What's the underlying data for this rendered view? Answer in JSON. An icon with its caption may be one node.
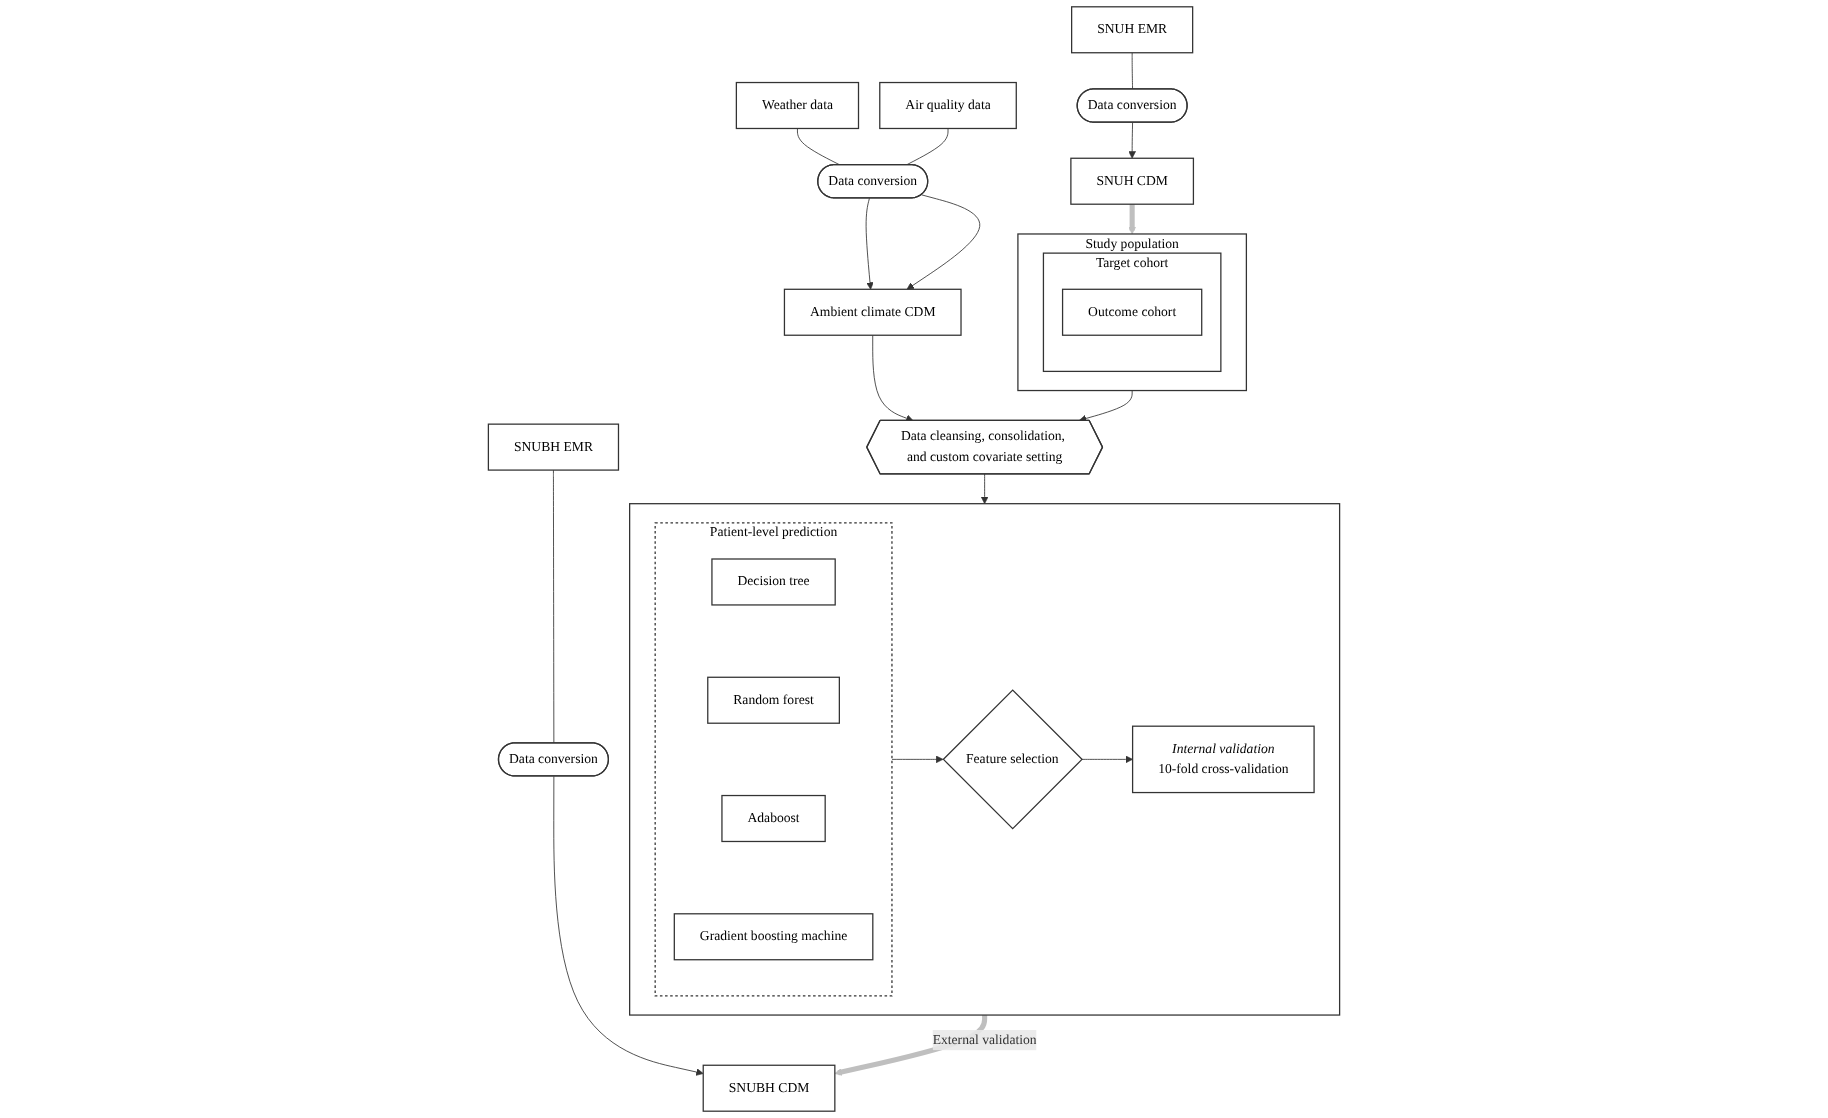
{
  "diagram": {
    "nodes": [
      {
        "text": [
          "SNUH EMR"
        ]
      },
      {
        "text": [
          "Weather data"
        ]
      },
      {
        "text": [
          "Air quality data"
        ]
      },
      {
        "text": [
          "Data conversion"
        ]
      },
      {
        "text": [
          "Data conversion"
        ]
      },
      {
        "text": [
          "SNUH CDM"
        ]
      },
      {
        "text": [
          "Ambient climate CDM"
        ]
      },
      {
        "text": [
          "Study population"
        ]
      },
      {
        "text": [
          "Target cohort"
        ],
        "in": 7
      },
      {
        "text": [
          "Outcome cohort"
        ],
        "in": 8
      },
      {
        "text": [
          "Data cleansing, consolidation, and custom covariate setting"
        ]
      },
      {
        "text": [],
        "shape": "box"
      },
      {
        "text": [
          "Patient-level prediction"
        ],
        "in": 11
      },
      {
        "text": [
          "Decision tree"
        ],
        "in": 12
      },
      {
        "text": [
          "Random forest"
        ],
        "in": 12
      },
      {
        "text": [
          "Adaboost"
        ],
        "in": 12
      },
      {
        "text": [
          "Gradient boosting machine"
        ],
        "in": 12
      },
      {
        "text": [
          "Feature selection"
        ],
        "in": 11
      },
      {
        "text": [
          "Internal validation",
          "10-fold cross-validation"
        ],
        "in": 11
      },
      {
        "text": [
          "SNUBH EMR"
        ]
      },
      {
        "text": [
          "Data conversion"
        ]
      },
      {
        "text": [
          "SNUBH CDM"
        ]
      }
    ],
    "edges": [
      {
        "from": 0,
        "to": 3,
        "arrow": "none"
      },
      {
        "from": 3,
        "to": 5,
        "arrow": "to"
      },
      {
        "from": 1,
        "to": 4,
        "arrow": "none"
      },
      {
        "from": 2,
        "to": 4,
        "arrow": "none"
      },
      {
        "from": 4,
        "to": 6,
        "arrow": "to"
      },
      {
        "from": 4,
        "to": 6,
        "arrow": "to"
      },
      {
        "from": 5,
        "to": 7,
        "arrow": "to",
        "style": "thick",
        "color": "#bfbfbf"
      },
      {
        "from": 6,
        "to": 10,
        "arrow": "to"
      },
      {
        "from": 7,
        "to": 10,
        "arrow": "to"
      },
      {
        "from": 10,
        "to": 11,
        "arrow": "to"
      },
      {
        "from": 12,
        "to": 17,
        "arrow": "to"
      },
      {
        "from": 17,
        "to": 18,
        "arrow": "to"
      },
      {
        "from": 11,
        "to": 21,
        "arrow": "to",
        "label": "External validation",
        "style": "thick",
        "color": "#bfbfbf"
      },
      {
        "from": 19,
        "to": 20,
        "arrow": "none"
      },
      {
        "from": 20,
        "to": 21,
        "arrow": "to"
      }
    ]
  }
}
